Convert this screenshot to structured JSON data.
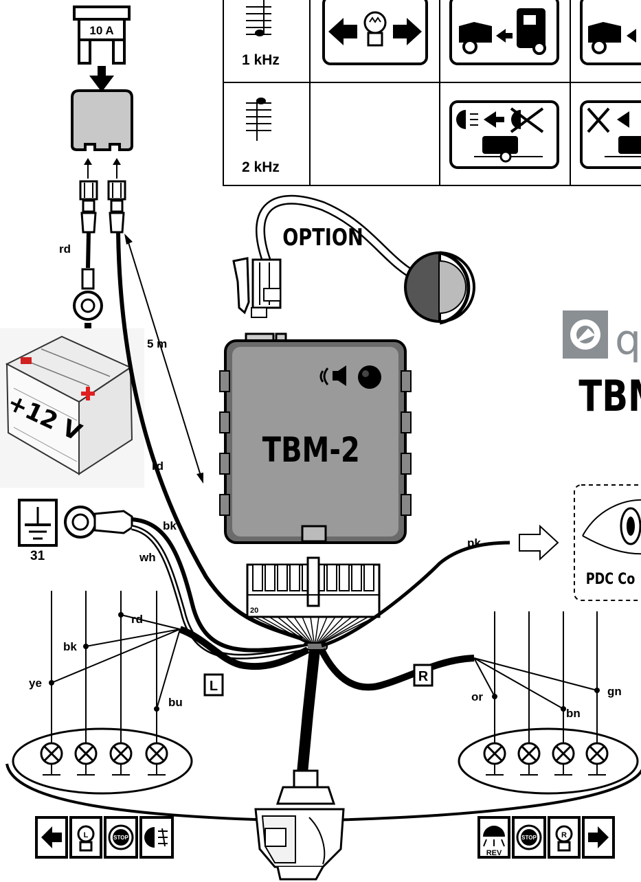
{
  "fuse": {
    "rating": "10 A"
  },
  "freq_table": {
    "row1": "1 kHz",
    "row2": "2 kHz"
  },
  "option_label": "OPTION",
  "cable_length": "5 m",
  "battery": {
    "voltage": "+12 V",
    "minus": "−",
    "plus": "+"
  },
  "module": {
    "name": "TBM-2",
    "pin_count": "20"
  },
  "brand": {
    "name_fragment": "q",
    "product_fragment": "TBM"
  },
  "ground_terminal": "31",
  "wires": {
    "battery_red": "rd",
    "long_red": "rd",
    "ground_black": "bk",
    "ground_white": "wh",
    "pink": "pk",
    "left_red": "rd",
    "left_black": "bk",
    "left_yellow": "ye",
    "left_blue": "bu",
    "right_orange": "or",
    "right_brown": "bn",
    "right_green": "gn"
  },
  "side_markers": {
    "left": "L",
    "right": "R"
  },
  "pdc_label": "PDC Co",
  "pictograms_left": {
    "left_light": "L",
    "stop": "STOP"
  },
  "pictograms_right": {
    "reverse": "REV",
    "stop": "STOP",
    "right_light": "R"
  },
  "icons": [
    "fuse-icon",
    "battery-icon",
    "speaker-icon",
    "sensor-icon",
    "eye-icon",
    "arrow-right-icon",
    "arrow-left-icon",
    "lamp-icon",
    "ground-icon",
    "connector-plug-icon"
  ]
}
